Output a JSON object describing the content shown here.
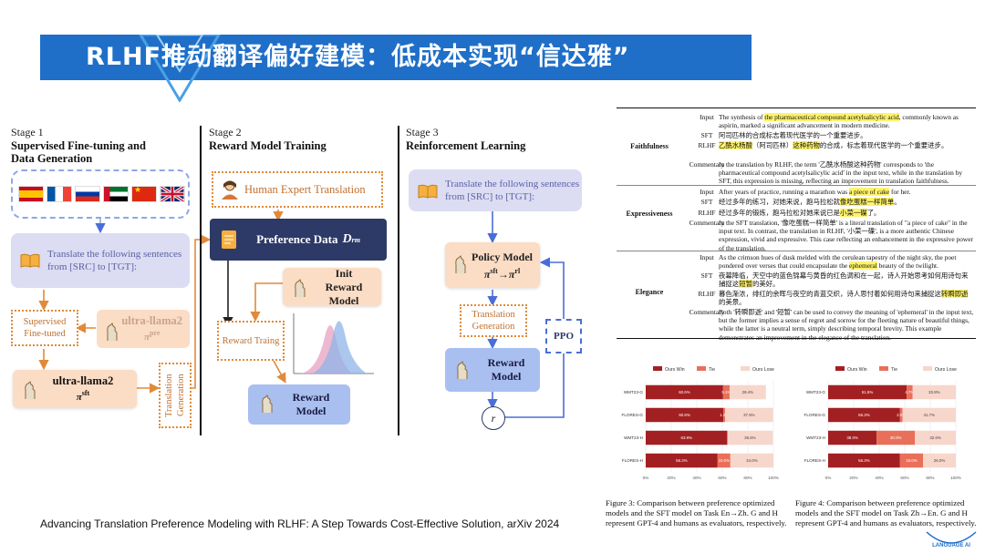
{
  "slide": {
    "title": "RLHF推动翻译偏好建模：低成本实现“信达雅”",
    "citation": "Advancing Translation Preference Modeling with RLHF: A Step Towards Cost-Effective Solution, arXiv 2024",
    "logo_text": "LANGUAGE AI"
  },
  "colors": {
    "banner": "#1f6fc8",
    "navy_box": "#2d3a68",
    "orange_soft": "#fbdcc4",
    "reward_blue": "#a9bff0",
    "ours_win": "#a32022",
    "tie": "#e8705a",
    "ours_lose": "#f7d6cc"
  },
  "pipeline": {
    "stage1": {
      "num": "Stage 1",
      "name": "Supervised Fine-tuning and Data Generation"
    },
    "stage2": {
      "num": "Stage 2",
      "name": "Reward Model Training"
    },
    "stage3": {
      "num": "Stage 3",
      "name": "Reinforcement Learning"
    },
    "flags": [
      "flag-spain-icon",
      "flag-france-icon",
      "flag-russia-icon",
      "flag-uae-icon",
      "flag-china-icon",
      "flag-uk-icon"
    ],
    "instruction": "Translate the following sentences from [SRC] to [TGT]:",
    "supervised": "Supervised Fine-tuned",
    "base_model": "ultra-llama2",
    "base_sup": "pre",
    "sft_model": "ultra-llama2",
    "sft_sup": "sft",
    "translation_generation": "Translation Generation",
    "human_expert": "Human Expert Translation",
    "preference_data": "Preference Data",
    "preference_symbol": "D",
    "preference_sub": "rm",
    "init_reward": "Init Reward Model",
    "reward_training": "Reward Traing",
    "reward_model": "Reward Model",
    "policy_model": "Policy Model",
    "policy_from": "sft",
    "policy_to": "rl",
    "ppo": "PPO",
    "r": "r"
  },
  "examples": {
    "labels": {
      "input": "Input",
      "sft": "SFT",
      "rlhf": "RLHF",
      "commentary": "Commentary"
    },
    "faithfulness": {
      "category": "Faithfulness",
      "input_a": "The synthesis of ",
      "input_hl": "the pharmaceutical compound acetylsalicylic acid",
      "input_b": ", commonly known as aspirin, marked a significant advancement in modern medicine.",
      "sft": "阿司匹林的合成标志着现代医学的一个重要进步。",
      "rlhf_hl1": "乙酰水杨酸",
      "rlhf_a": "（阿司匹林）",
      "rlhf_hl2": "这种药物",
      "rlhf_b": "的合成，标志着现代医学的一个重要进步。",
      "commentary": "In the translation by RLHF, the term '乙酰水杨酸这种药物' corresponds to 'the pharmaceutical compound acetylsalicylic acid' in the input text, while in the translation by SFT, this expression is missing, reflecting an improvement in translation faithfulness."
    },
    "expressiveness": {
      "category": "Expressiveness",
      "input_a": "After years of practice, running a marathon was ",
      "input_hl": "a piece of cake",
      "input_b": " for her.",
      "sft_a": "经过多年的练习，对她来说，跑马拉松就",
      "sft_hl": "像吃蛋糕一样简单",
      "sft_b": "。",
      "rlhf_a": "经过多年的锻炼，跑马拉松对她来说已是",
      "rlhf_hl": "小菜一碟",
      "rlhf_b": "了。",
      "commentary": "In the SFT translation, '像吃蛋糕一样简单' is a literal translation of \"a piece of cake\" in the input text. In contrast, the translation in RLHF, '小菜一碟', is a more authentic Chinese expression, vivid and expressive. This case reflecting an enhancement in the expressive power of the translation."
    },
    "elegance": {
      "category": "Elegance",
      "input_a": "As the crimson hues of dusk melded with the cerulean tapestry of the night sky, the poet pondered over verses that could encapsulate the ",
      "input_hl": "ephemeral",
      "input_b": " beauty of the twilight.",
      "sft_a": "夜幕降临，天空中的蓝色锦幕与黄昏的红色调和在一起，诗人开始思考如何用诗句来捕捉这",
      "sft_hl": "短暂",
      "sft_b": "的美好。",
      "rlhf_a": "暮色渐浓，绯红的余晖与夜空的青蓝交织，诗人思忖着如何用诗句来捕捉这",
      "rlhf_hl": "转瞬即逝",
      "rlhf_b": "的美景。",
      "commentary": "Both '转瞬即逝' and '短暂' can be used to convey the meaning of 'ephemeral' in the input text, but the former implies a sense of regret and sorrow for the fleeting nature of beautiful things, while the latter is a neutral term, simply describing temporal brevity. This example demonstrates an improvement in the elegance of the translation."
    }
  },
  "chart_data": [
    {
      "type": "bar",
      "stacked": true,
      "orientation": "horizontal",
      "categories": [
        "WMT23-G",
        "FLORES-G",
        "WMT23-H",
        "FLORES-H"
      ],
      "series": [
        {
          "name": "Ours Win",
          "values": [
            60.6,
            60.8,
            63.9,
            56.3
          ]
        },
        {
          "name": "Tie",
          "values": [
            5.1,
            1.4,
            0,
            10.0
          ]
        },
        {
          "name": "Ours Lose",
          "values": [
            28.4,
            37.5,
            35.6,
            34.0
          ]
        }
      ],
      "labels": [
        [
          "60.6%",
          "5.1%",
          "28.4%"
        ],
        [
          "60.8%",
          "1.4%",
          "37.5%"
        ],
        [
          "63.9%",
          "",
          "35.6%"
        ],
        [
          "56.3%",
          "10.0%",
          "34.0%"
        ]
      ],
      "xlim": [
        0,
        100
      ],
      "xticks": [
        "0%",
        "20%",
        "40%",
        "60%",
        "80%",
        "100%"
      ],
      "legend": "top",
      "caption": "Figure 3: Comparison between preference optimized models and the SFT model on Task En→Zh. G and H represent GPT-4 and humans as evaluators, respectively."
    },
    {
      "type": "bar",
      "stacked": true,
      "orientation": "horizontal",
      "categories": [
        "WMT23-G",
        "FLORES-G",
        "WMT23-H",
        "FLORES-H"
      ],
      "series": [
        {
          "name": "Ours Win",
          "values": [
            61.5,
            56.3,
            38.0,
            56.3
          ]
        },
        {
          "name": "Tie",
          "values": [
            4.7,
            2.0,
            30.0,
            18.0
          ]
        },
        {
          "name": "Ours Lose",
          "values": [
            33.8,
            41.7,
            32.0,
            26.0
          ]
        }
      ],
      "labels": [
        [
          "61.5%",
          "4.7%",
          "33.8%"
        ],
        [
          "56.3%",
          "2.0%",
          "41.7%"
        ],
        [
          "38.0%",
          "30.0%",
          "32.0%"
        ],
        [
          "56.3%",
          "18.0%",
          "26.0%"
        ]
      ],
      "xlim": [
        0,
        100
      ],
      "xticks": [
        "0%",
        "20%",
        "40%",
        "60%",
        "80%",
        "100%"
      ],
      "legend": "top",
      "caption": "Figure 4: Comparison between preference optimized models and the SFT model on Task Zh→En. G and H represent GPT-4 and humans as evaluators, respectively."
    }
  ]
}
